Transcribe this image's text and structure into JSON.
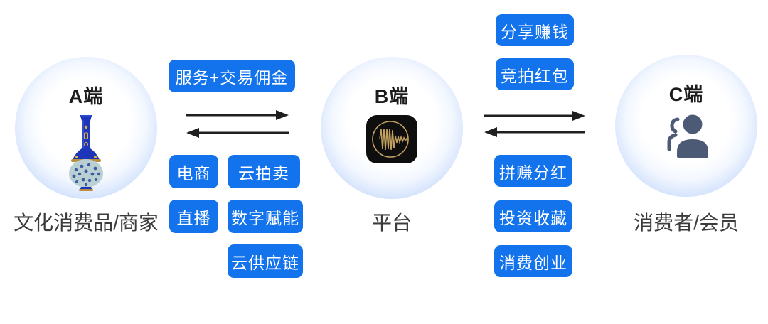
{
  "palette": {
    "chip_blue": "#1373EC",
    "arrow_dark": "#1f1f1f",
    "bubble_edge_blue": "#8fb4f3",
    "label_gray": "#3c3c3c",
    "people_icon_slate": "#4d5a76",
    "logo_gold": "#c2a05f",
    "logo_black": "#0e0e0e"
  },
  "nodes": {
    "a": {
      "title": "A端",
      "label": "文化消费品/商家",
      "icon": "porcelain-vase"
    },
    "b": {
      "title": "B端",
      "label": "平台",
      "icon": "platform-app-logo"
    },
    "c": {
      "title": "C端",
      "label": "消费者/会员",
      "icon": "people-group"
    }
  },
  "ab_link": {
    "commission_tag": "服务+交易佣金",
    "service_tags": [
      "电商",
      "云拍卖",
      "直播",
      "数字赋能",
      "云供应链"
    ]
  },
  "bc_link": {
    "top_tags": [
      "分享赚钱",
      "竞拍红包"
    ],
    "bottom_tags": [
      "拼赚分红",
      "投资收藏",
      "消费创业"
    ]
  }
}
